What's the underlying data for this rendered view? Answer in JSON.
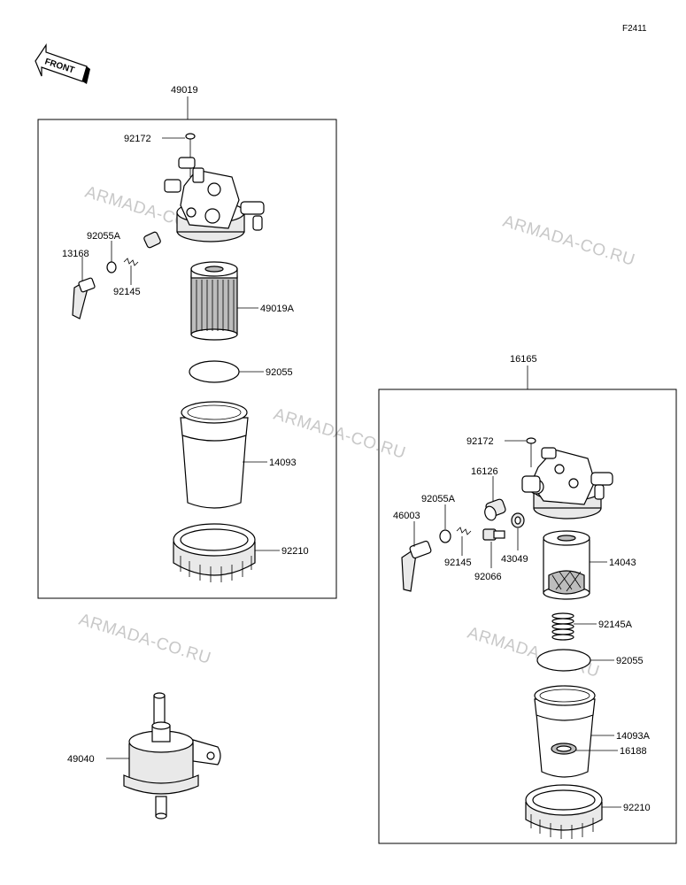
{
  "figure_code": "F2411",
  "front_label": "FRONT",
  "watermark": "ARMADA-CO.RU",
  "assembly_left": {
    "number": "49019",
    "parts": {
      "screw": "92172",
      "o_ring": "92055A",
      "cock": "13168",
      "spring": "92145",
      "element": "49019A",
      "gasket": "92055",
      "cup": "14093",
      "ring_nut": "92210"
    }
  },
  "assembly_right": {
    "number": "16165",
    "parts": {
      "screw": "92172",
      "bushing": "16126",
      "o_ring": "92055A",
      "cock": "46003",
      "spring": "92145",
      "bolt": "92066",
      "washer": "43049",
      "element": "14043",
      "spring_a": "92145A",
      "gasket": "92055",
      "cup": "14093A",
      "float": "16188",
      "ring_nut": "92210"
    }
  },
  "standalone": {
    "inline_filter": "49040"
  }
}
